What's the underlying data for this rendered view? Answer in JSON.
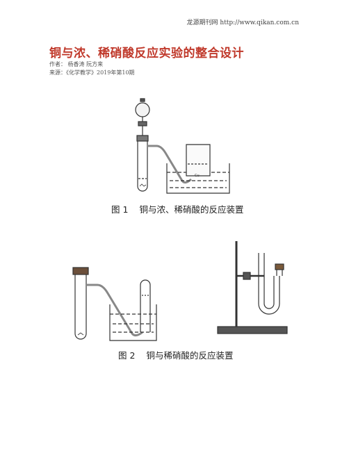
{
  "header": {
    "site": "龙源期刊网 http://www.qikan.com.cn"
  },
  "article": {
    "title": "铜与浓、稀硝酸反应实验的整合设计",
    "authors": "作者：  杨香涛    阮方来",
    "source": "来源：《化学教学》2019年第10期"
  },
  "figures": [
    {
      "num": "图 1",
      "caption": "铜与浓、稀硝酸的反应装置"
    },
    {
      "num": "图 2",
      "caption": "铜与稀硝酸的反应装置"
    }
  ]
}
